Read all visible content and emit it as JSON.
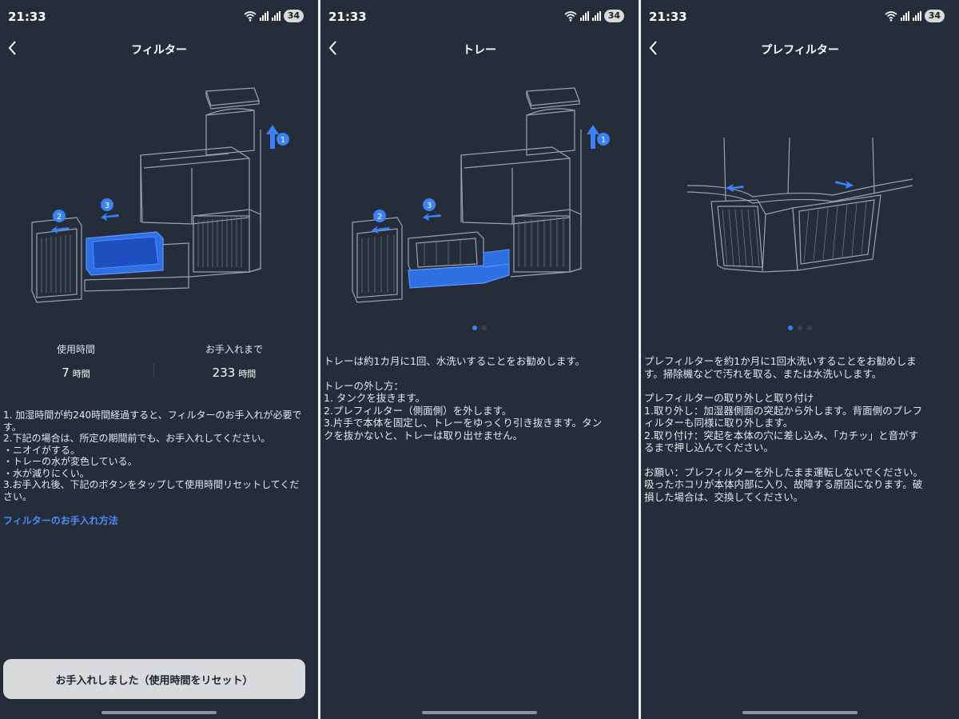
{
  "status": {
    "time": "21:33",
    "battery": "34"
  },
  "screens": [
    {
      "title": "フィルター",
      "stats": [
        {
          "label": "使用時間",
          "value": "7",
          "unit": "時間"
        },
        {
          "label": "お手入れまで",
          "value": "233",
          "unit": "時間"
        }
      ],
      "lines": [
        "1. 加湿時間が約240時間経過すると、フィルターのお手入れが必要で",
        "す。",
        "2.下記の場合は、所定の期間前でも、お手入れしてください。",
        "・ニオイがする。",
        "・トレーの水が変色している。",
        "・水が減りにくい。",
        "3.お手入れ後、下記のボタンをタップして使用時間リセットしてくだ",
        "さい。"
      ],
      "link": "フィルターのお手入れ方法",
      "reset_button": "お手入れしました（使用時間をリセット）",
      "callouts": [
        "1",
        "2",
        "3"
      ]
    },
    {
      "title": "トレー",
      "lines": [
        "トレーは約1カ月に1回、水洗いすることをお勧めします。",
        "",
        "トレーの外し方：",
        "1. タンクを抜きます。",
        "2.プレフィルター（側面側）を外します。",
        "3.片手で本体を固定し、トレーをゆっくり引き抜きます。タン",
        "クを抜かないと、トレーは取り出せません。"
      ],
      "callouts": [
        "1",
        "2",
        "3"
      ]
    },
    {
      "title": "プレフィルター",
      "lines": [
        "プレフィルターを約1か月に1回水洗いすることをお勧めしま",
        "す。掃除機などで汚れを取る、または水洗いします。",
        "",
        "プレフィルターの取り外しと取り付け",
        "1.取り外し：加湿器側面の突起から外します。背面側のプレフ",
        "ィルターも同様に取り外します。",
        "2.取り付け：突起を本体の穴に差し込み、「カチッ」と音がす",
        "るまで押し込んでください。",
        "",
        "お願い：プレフィルターを外したまま運転しないでください。",
        "吸ったホコリが本体内部に入り、故障する原因になります。破",
        "損した場合は、交換してください。"
      ]
    }
  ],
  "colors": {
    "background": "#252d3b",
    "accent": "#3b82f6",
    "button": "#d9dadc"
  },
  "icons": [
    "back-chevron-icon",
    "wifi-icon",
    "signal-icon",
    "battery-icon",
    "arrow-up-icon",
    "arrow-left-icon"
  ]
}
